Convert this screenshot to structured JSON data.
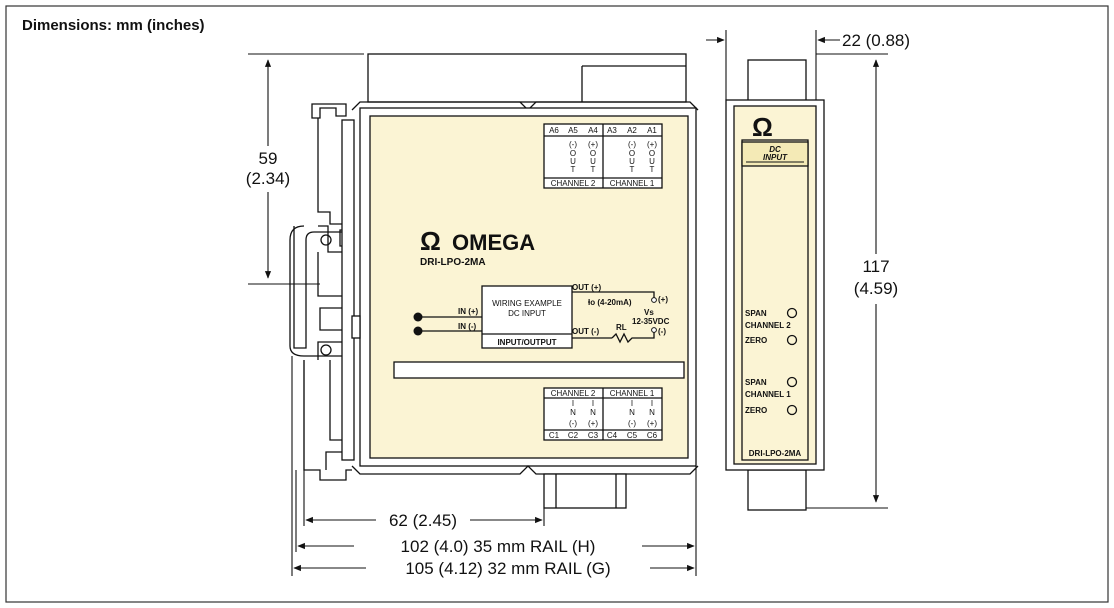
{
  "title": "Dimensions: mm (inches)",
  "colors": {
    "background": "#ffffff",
    "panel": "#fbf4d4",
    "line": "#111111",
    "label_bg": "#f4eab6"
  },
  "dimensions": {
    "height_mm": "59",
    "height_in": "(2.34)",
    "depth_62": "62 (2.45)",
    "rail_h": "102 (4.0) 35 mm RAIL (H)",
    "rail_g": "105 (4.12) 32 mm RAIL (G)",
    "width_22": "22 (0.88)",
    "height_117_mm": "117",
    "height_117_in": "(4.59)"
  },
  "side_view": {
    "logo_text": "OMEGA",
    "logo_mark": "Ω",
    "model": "DRI-LPO-2MA",
    "top_terminals": [
      "A6",
      "A5",
      "A4",
      "A3",
      "A2",
      "A1"
    ],
    "top_signals": [
      "(-)",
      "(+)",
      "(-)",
      "(+)"
    ],
    "out_letters": [
      "O",
      "U",
      "T"
    ],
    "top_channels": [
      "CHANNEL 2",
      "CHANNEL 1"
    ],
    "bottom_channels": [
      "CHANNEL 2",
      "CHANNEL 1"
    ],
    "in_letters": [
      "I",
      "N"
    ],
    "bottom_signals": [
      "(-)",
      "(+)",
      "(-)",
      "(+)"
    ],
    "bottom_terminals": [
      "C1",
      "C2",
      "C3",
      "C4",
      "C5",
      "C6"
    ],
    "wiring": {
      "in_plus": "IN (+)",
      "in_minus": "IN (-)",
      "box_line1": "WIRING EXAMPLE",
      "box_line2": "DC INPUT",
      "box_footer": "INPUT/OUTPUT",
      "out_plus": "OUT (+)",
      "out_minus": "OUT (-)",
      "io_label": "Io (4-20mA)",
      "vs_label": "Vs",
      "vs_range": "12-35VDC",
      "plus": "(+)",
      "minus": "(-)",
      "rl_label": "RL"
    }
  },
  "front_view": {
    "logo_mark": "Ω",
    "label_line1": "DC",
    "label_line2": "INPUT",
    "span_label": "SPAN",
    "channel2_label": "CHANNEL 2",
    "zero_label": "ZERO",
    "channel1_label": "CHANNEL 1",
    "model": "DRI-LPO-2MA"
  }
}
